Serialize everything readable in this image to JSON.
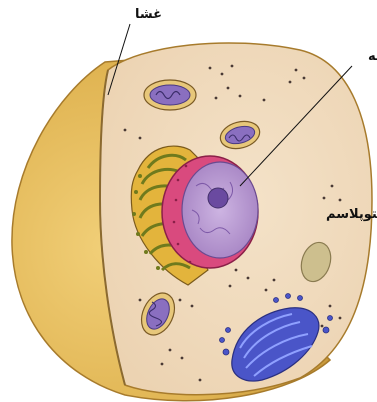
{
  "labels": {
    "membrane": "غشا",
    "nucleus": "هسته",
    "cytoplasm": "سیتوپلاسم"
  },
  "colors": {
    "outer_shell": "#e2b85a",
    "cut_face": "#f1dcc0",
    "nucleus_outer": "#d94a7e",
    "nucleus_inner": "#b99ad0",
    "golgi": "#d6a020",
    "mitochondria": "#8a6fc0",
    "er_blue": "#4a55c8",
    "vacuole": "#cdbf8e"
  }
}
